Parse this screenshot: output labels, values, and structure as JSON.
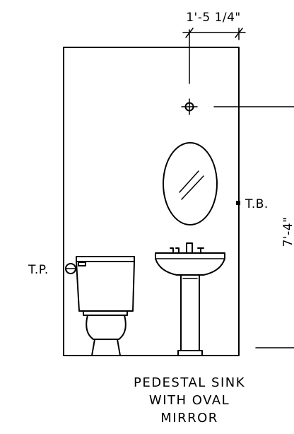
{
  "dimensions": {
    "width_label": "1'-5 1/4\"",
    "height_label": "7'-4\""
  },
  "labels": {
    "towel_bar": "T.B.",
    "toilet_paper": "T.P."
  },
  "caption": {
    "line1": "PEDESTAL SINK",
    "line2": "WITH OVAL",
    "line3": "MIRROR"
  }
}
